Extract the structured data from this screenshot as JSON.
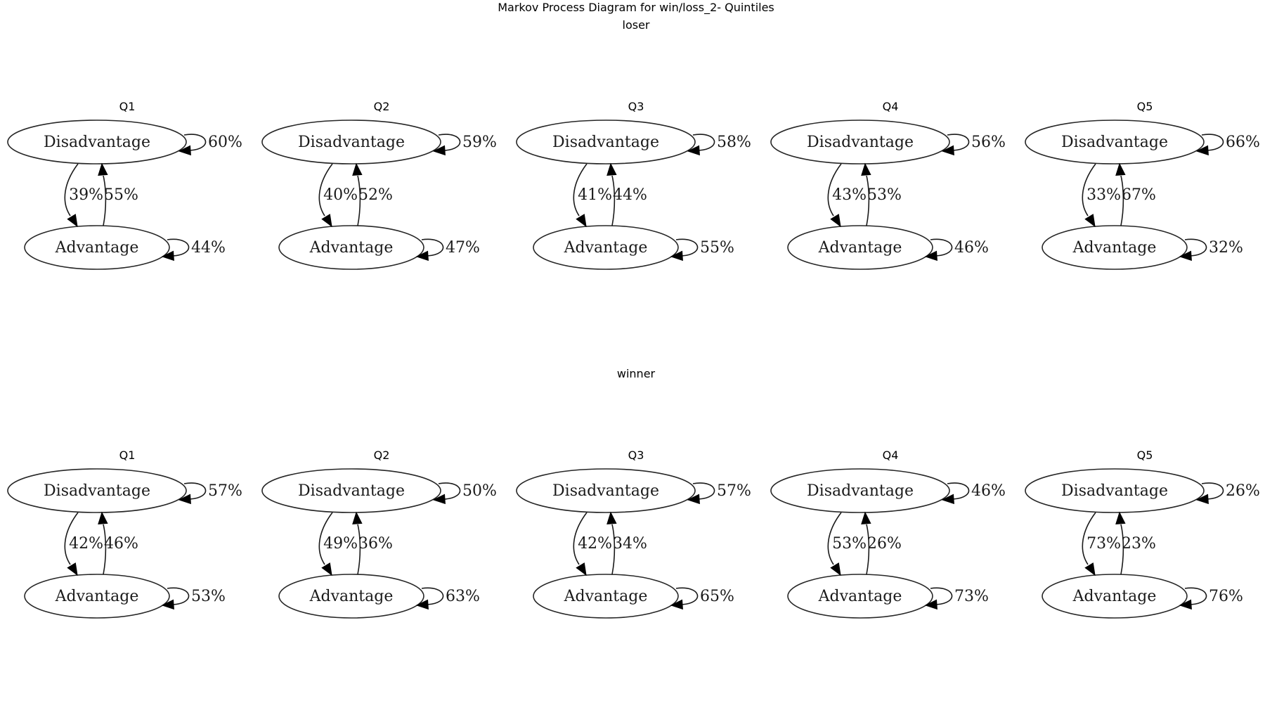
{
  "title": "Markov Process Diagram for win/loss_2- Quintiles",
  "groups": [
    {
      "label": "loser",
      "diagrams": [
        {
          "label": "Q1",
          "disadvantage_label": "Disadvantage",
          "advantage_label": "Advantage",
          "d_to_d": "60%",
          "d_to_a": "39%",
          "a_to_d": "55%",
          "a_to_a": "44%"
        },
        {
          "label": "Q2",
          "disadvantage_label": "Disadvantage",
          "advantage_label": "Advantage",
          "d_to_d": "59%",
          "d_to_a": "40%",
          "a_to_d": "52%",
          "a_to_a": "47%"
        },
        {
          "label": "Q3",
          "disadvantage_label": "Disadvantage",
          "advantage_label": "Advantage",
          "d_to_d": "58%",
          "d_to_a": "41%",
          "a_to_d": "44%",
          "a_to_a": "55%"
        },
        {
          "label": "Q4",
          "disadvantage_label": "Disadvantage",
          "advantage_label": "Advantage",
          "d_to_d": "56%",
          "d_to_a": "43%",
          "a_to_d": "53%",
          "a_to_a": "46%"
        },
        {
          "label": "Q5",
          "disadvantage_label": "Disadvantage",
          "advantage_label": "Advantage",
          "d_to_d": "66%",
          "d_to_a": "33%",
          "a_to_d": "67%",
          "a_to_a": "32%"
        }
      ]
    },
    {
      "label": "winner",
      "diagrams": [
        {
          "label": "Q1",
          "disadvantage_label": "Disadvantage",
          "advantage_label": "Advantage",
          "d_to_d": "57%",
          "d_to_a": "42%",
          "a_to_d": "46%",
          "a_to_a": "53%"
        },
        {
          "label": "Q2",
          "disadvantage_label": "Disadvantage",
          "advantage_label": "Advantage",
          "d_to_d": "50%",
          "d_to_a": "49%",
          "a_to_d": "36%",
          "a_to_a": "63%"
        },
        {
          "label": "Q3",
          "disadvantage_label": "Disadvantage",
          "advantage_label": "Advantage",
          "d_to_d": "57%",
          "d_to_a": "42%",
          "a_to_d": "34%",
          "a_to_a": "65%"
        },
        {
          "label": "Q4",
          "disadvantage_label": "Disadvantage",
          "advantage_label": "Advantage",
          "d_to_d": "46%",
          "d_to_a": "53%",
          "a_to_d": "26%",
          "a_to_a": "73%"
        },
        {
          "label": "Q5",
          "disadvantage_label": "Disadvantage",
          "advantage_label": "Advantage",
          "d_to_d": "26%",
          "d_to_a": "73%",
          "a_to_d": "23%",
          "a_to_a": "76%"
        }
      ]
    }
  ]
}
